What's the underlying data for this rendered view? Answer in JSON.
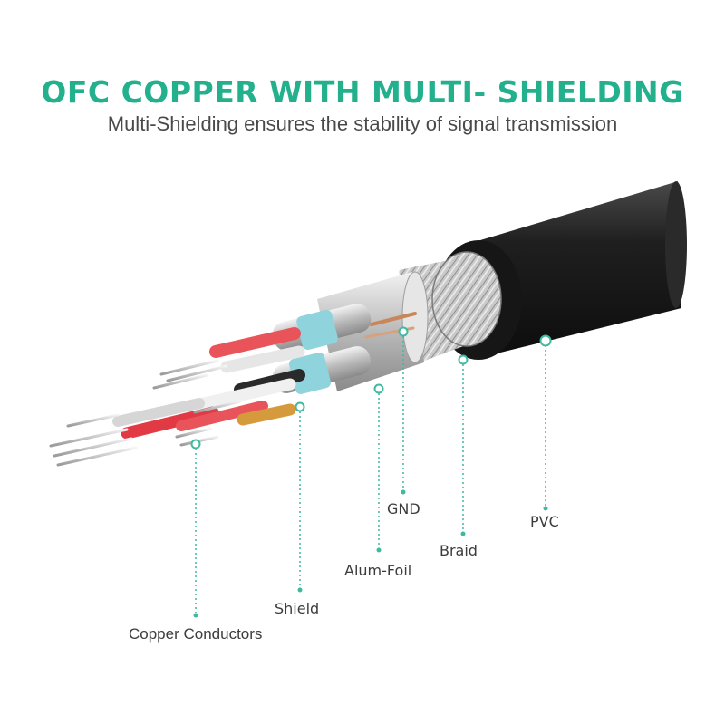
{
  "header": {
    "title": "OFC COPPER WITH MULTI- SHIELDING",
    "subtitle": "Multi-Shielding ensures the stability of signal transmission"
  },
  "colors": {
    "accent": "#22b08d",
    "leader_line": "#3fb9a0",
    "jacket": "#1c1c1c",
    "text": "#3c3c3c"
  },
  "callouts": [
    {
      "id": "copper",
      "label": "Copper Conductors"
    },
    {
      "id": "shield",
      "label": "Shield"
    },
    {
      "id": "foil",
      "label": "Alum-Foil"
    },
    {
      "id": "gnd",
      "label": "GND"
    },
    {
      "id": "braid",
      "label": "Braid"
    },
    {
      "id": "pvc",
      "label": "PVC"
    }
  ]
}
